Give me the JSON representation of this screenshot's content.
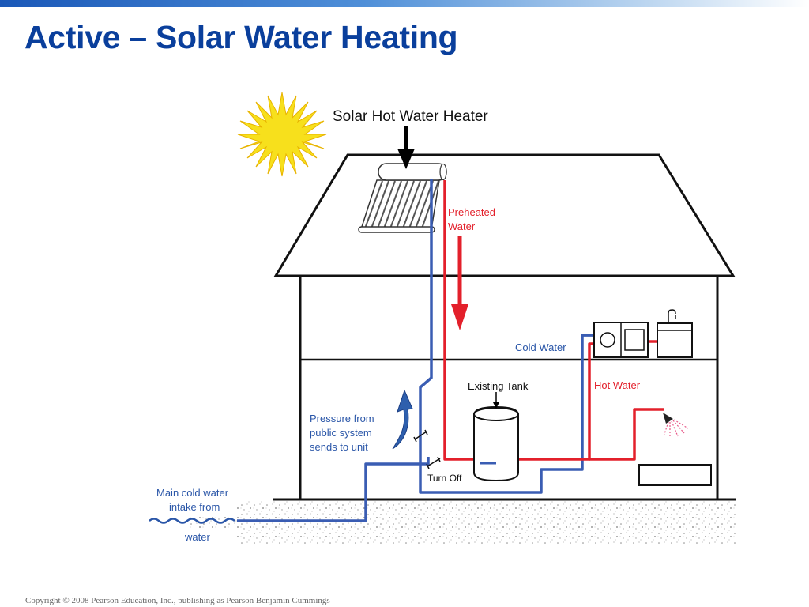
{
  "slide": {
    "title": "Active – Solar Water Heating",
    "copyright": "Copyright © 2008 Pearson Education, Inc., publishing as Pearson Benjamin Cummings"
  },
  "diagram": {
    "labels": {
      "solar_heater": "Solar Hot Water Heater",
      "preheated_line1": "Preheated",
      "preheated_line2": "Water",
      "cold_water": "Cold Water",
      "existing_tank": "Existing Tank",
      "hot_water": "Hot Water",
      "pressure_line1": "Pressure from",
      "pressure_line2": "public  system",
      "pressure_line3": "sends to unit",
      "turn_off": "Turn Off",
      "main_line1": "Main cold water",
      "main_line2": "intake from",
      "main_line3": "water"
    },
    "colors": {
      "cold_pipe": "#3a5db3",
      "hot_pipe": "#e3202b",
      "label_blue": "#2a56a8",
      "label_red": "#e3202b",
      "sun_yellow": "#f7e01c",
      "arrow_blue": "#2e5fad"
    },
    "icons": [
      "sun-icon",
      "solar-collector-icon",
      "water-tank-icon",
      "washing-machine-icon",
      "sink-icon",
      "shower-icon",
      "valve-icon",
      "water-wave-icon"
    ]
  }
}
